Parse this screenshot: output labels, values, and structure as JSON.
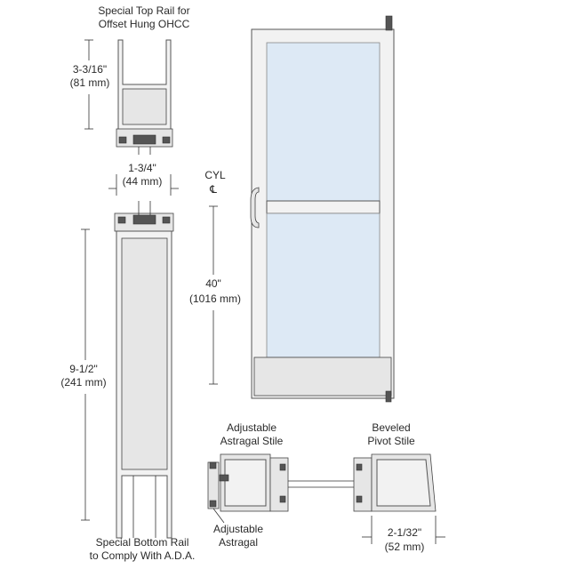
{
  "labels": {
    "top_rail_title_1": "Special Top Rail for",
    "top_rail_title_2": "Offset Hung OHCC",
    "top_dim_1": "3-3/16\"",
    "top_dim_2": "(81 mm)",
    "width_dim_1": "1-3/4\"",
    "width_dim_2": "(44 mm)",
    "bottom_dim_1": "9-1/2\"",
    "bottom_dim_2": "(241 mm)",
    "bottom_rail_title_1": "Special Bottom Rail",
    "bottom_rail_title_2": "to Comply With A.D.A.",
    "cyl_1": "CYL",
    "cyl_2": "℄",
    "height_dim_1": "40\"",
    "height_dim_2": "(1016 mm)",
    "astragal_stile_1": "Adjustable",
    "astragal_stile_2": "Astragal Stile",
    "pivot_stile_1": "Beveled",
    "pivot_stile_2": "Pivot Stile",
    "astragal_1": "Adjustable",
    "astragal_2": "Astragal",
    "stile_dim_1": "2-1/32\"",
    "stile_dim_2": "(52 mm)"
  },
  "colors": {
    "frame": "#f2f2f2",
    "glass": "#dde9f5",
    "line": "#333333"
  }
}
